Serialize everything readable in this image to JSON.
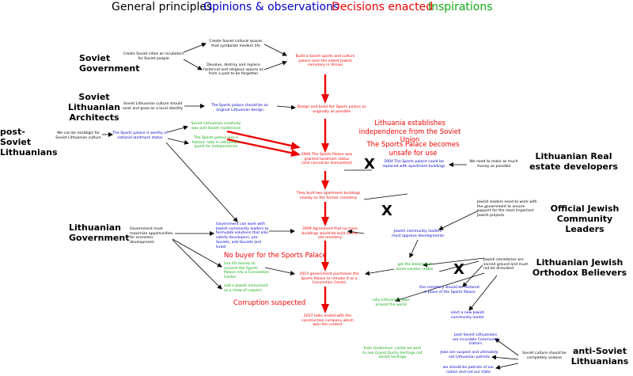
{
  "legend": {
    "general": "General principles",
    "opinions": "Opinions & observations",
    "decisions": "Decisions enacted",
    "inspirations": "Inspirations",
    "colors": {
      "general": "#000000",
      "opinions": "#0000cc",
      "decisions": "#ee0000",
      "inspirations": "#11aa11"
    }
  },
  "actors": {
    "soviet_government": "Soviet Government",
    "soviet_lithuanian_architects": "Soviet Lithuanian Architects",
    "post_soviet_lithuanians": "post-Soviet Lithuanians",
    "lithuanian_government": "Lithuanian Government",
    "real_estate_developers": "Lithuanian Real estate developers",
    "jewish_community_leaders": "Official Jewish Community Leaders",
    "orthodox_believers": "Lithuanian Jewish Orthodox Believers",
    "anti_soviet_lithuanians": "anti-Soviet Lithuanians"
  },
  "nodes": {
    "soviet_cities": "Create Soviet cities as incubators for Soviet people",
    "soviet_cultural_spaces": "Create Soviet cultural spaces that symbolize modern life",
    "devalue_destroy": "Devalue, destroy and replace historical and religious spaces as from a past to be forgotten",
    "build_palace": "Build a Soviet sports and culture palace over the oldest Jewish cemetery in Vilnius",
    "lt_culture_local": "Soviet Lithuanian culture should exist and grow as a local identity",
    "palace_original_design": "The Sports palace should be an original Lithuanian design",
    "design_build": "Design and build the Sports palace as originally as possible",
    "independence": "Lithuania establishes independence from the Soviet Union",
    "nostalgic": "We can be nostalgic for Soviet Lithuanian culture",
    "landmark_worthy": "The Sports palace is worthy of national landmark status",
    "creativity_modernism": "Soviet Lithuanian creativity was anti-Soviet modernism",
    "palace_historic_note": "The Sports palace was a historic note in Lithuania's quest for independence",
    "unsafe": "The Sports Palace becomes unsafe for use",
    "landmark_status": "2006 The Sports Palace was granted landmark status (and cannot be dismantled)",
    "apartments_2004": "2004 The Sports palace could be replaced with apartment buildings",
    "make_money": "We need to make as much money as possible",
    "apartment_buildings": "They built two apartment buildings nearby on the former cemetery",
    "jewish_leaders_work": "Jewish leaders need to work with the government to ensure support for the most important Jewish projects",
    "gov_maximize": "Government must maximize opportunities for economic development",
    "gov_can_work": "Government can work with Jewish community leaders to formulate solutions that also satisfy developers, pro-Soviets, anti-Soviets and Israel",
    "agreement_2009": "2009 Agreement that no more buildings would be built on the old cemetery",
    "approve_developments": "Jewish community leaders must approve developments",
    "cemeteries_sacred": "Jewish cemeteries are sacred ground and must not be disturbed",
    "no_buyer": "No buyer for the Sports Palace",
    "eu_money": "Use EU money to convert the Sports Palace into a Convention Center",
    "rabbi_blessing": "get the blessing of some London rabbis",
    "purchase_2015": "2015 government purchases the Sports Palace to remake it as a Convention Center",
    "add_monument": "add a Jewish monument as a show of respect",
    "cemetery_restored": "the cemetery should be restored in place of the Sports Palace",
    "corruption": "Corruption suspected",
    "rally_jews": "rally Lithuanian Jews around the world",
    "talks_2017": "2017 talks ended with the construction company which won the contest",
    "elect_leader": "elect a new Jewish community leader",
    "communist_traitors": "post-Soviet Lithuanians are incurable Communist traitors",
    "gediminas": "from Gediminas' castle we wish to see Grand Duchy heritage not Soviet heritage",
    "jews_suspect": "Jews are suspect and ultimately not Lithuanian patriots",
    "culture_undone": "Soviet culture should be completely undone",
    "patriots": "we should be patriots of our nation and not our state"
  },
  "blocked_marker": "X"
}
